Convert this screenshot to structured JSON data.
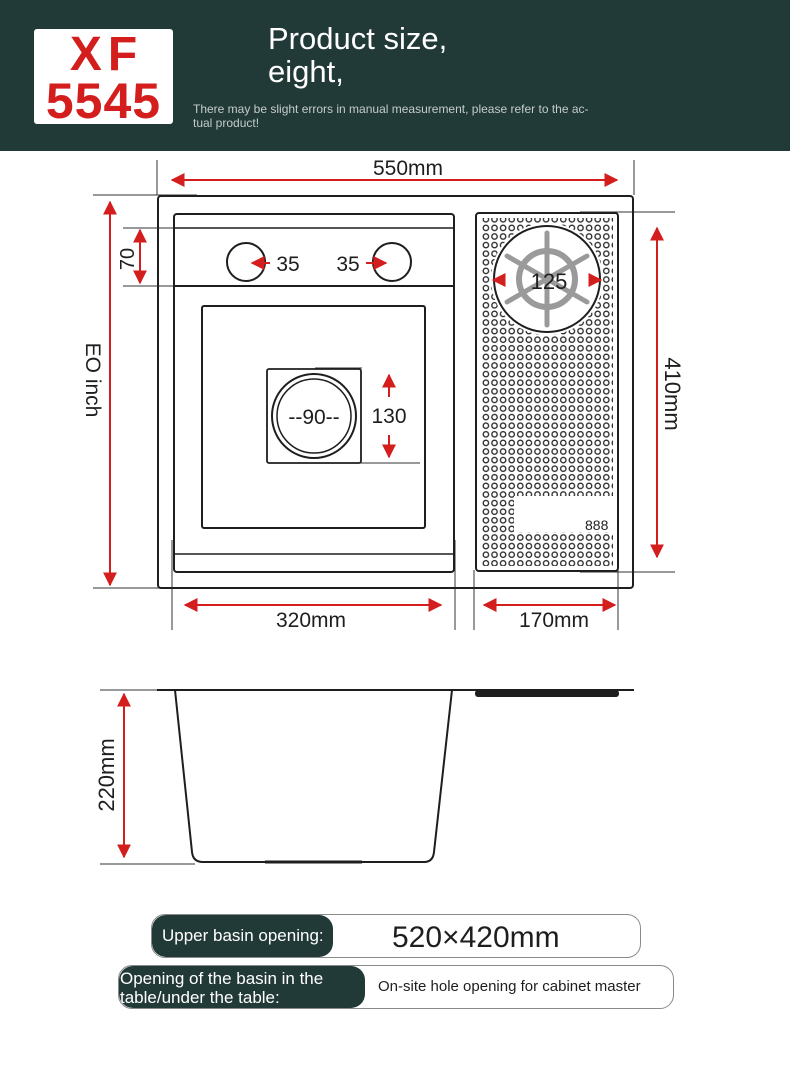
{
  "header": {
    "logo_line1": "XF",
    "logo_line2": "5545",
    "title_line1": "Product size,",
    "title_line2": "eight,",
    "note": "There may be slight errors in manual measurement, please refer to the ac-tual product!"
  },
  "top_view": {
    "total_width": "550mm",
    "basin_width": "320mm",
    "drainer_width": "170mm",
    "depth_left": "EO inch",
    "depth_right": "410mm",
    "faucet_offset": "70",
    "hole_left": "35",
    "hole_right": "35",
    "drain_diameter": "--90--",
    "drain_box": "130",
    "burner_diameter": "125",
    "display_readout": "888"
  },
  "side_view": {
    "height": "220mm"
  },
  "specs": {
    "upper_label": "Upper basin opening:",
    "upper_value": "520×420mm",
    "lower_label": "Opening of the basin in the table/under the table:",
    "lower_value": "On-site hole opening for cabinet master"
  },
  "colors": {
    "header_bg": "#223a37",
    "logo_red": "#d41d1d",
    "arrow_red": "#d41d1d"
  }
}
